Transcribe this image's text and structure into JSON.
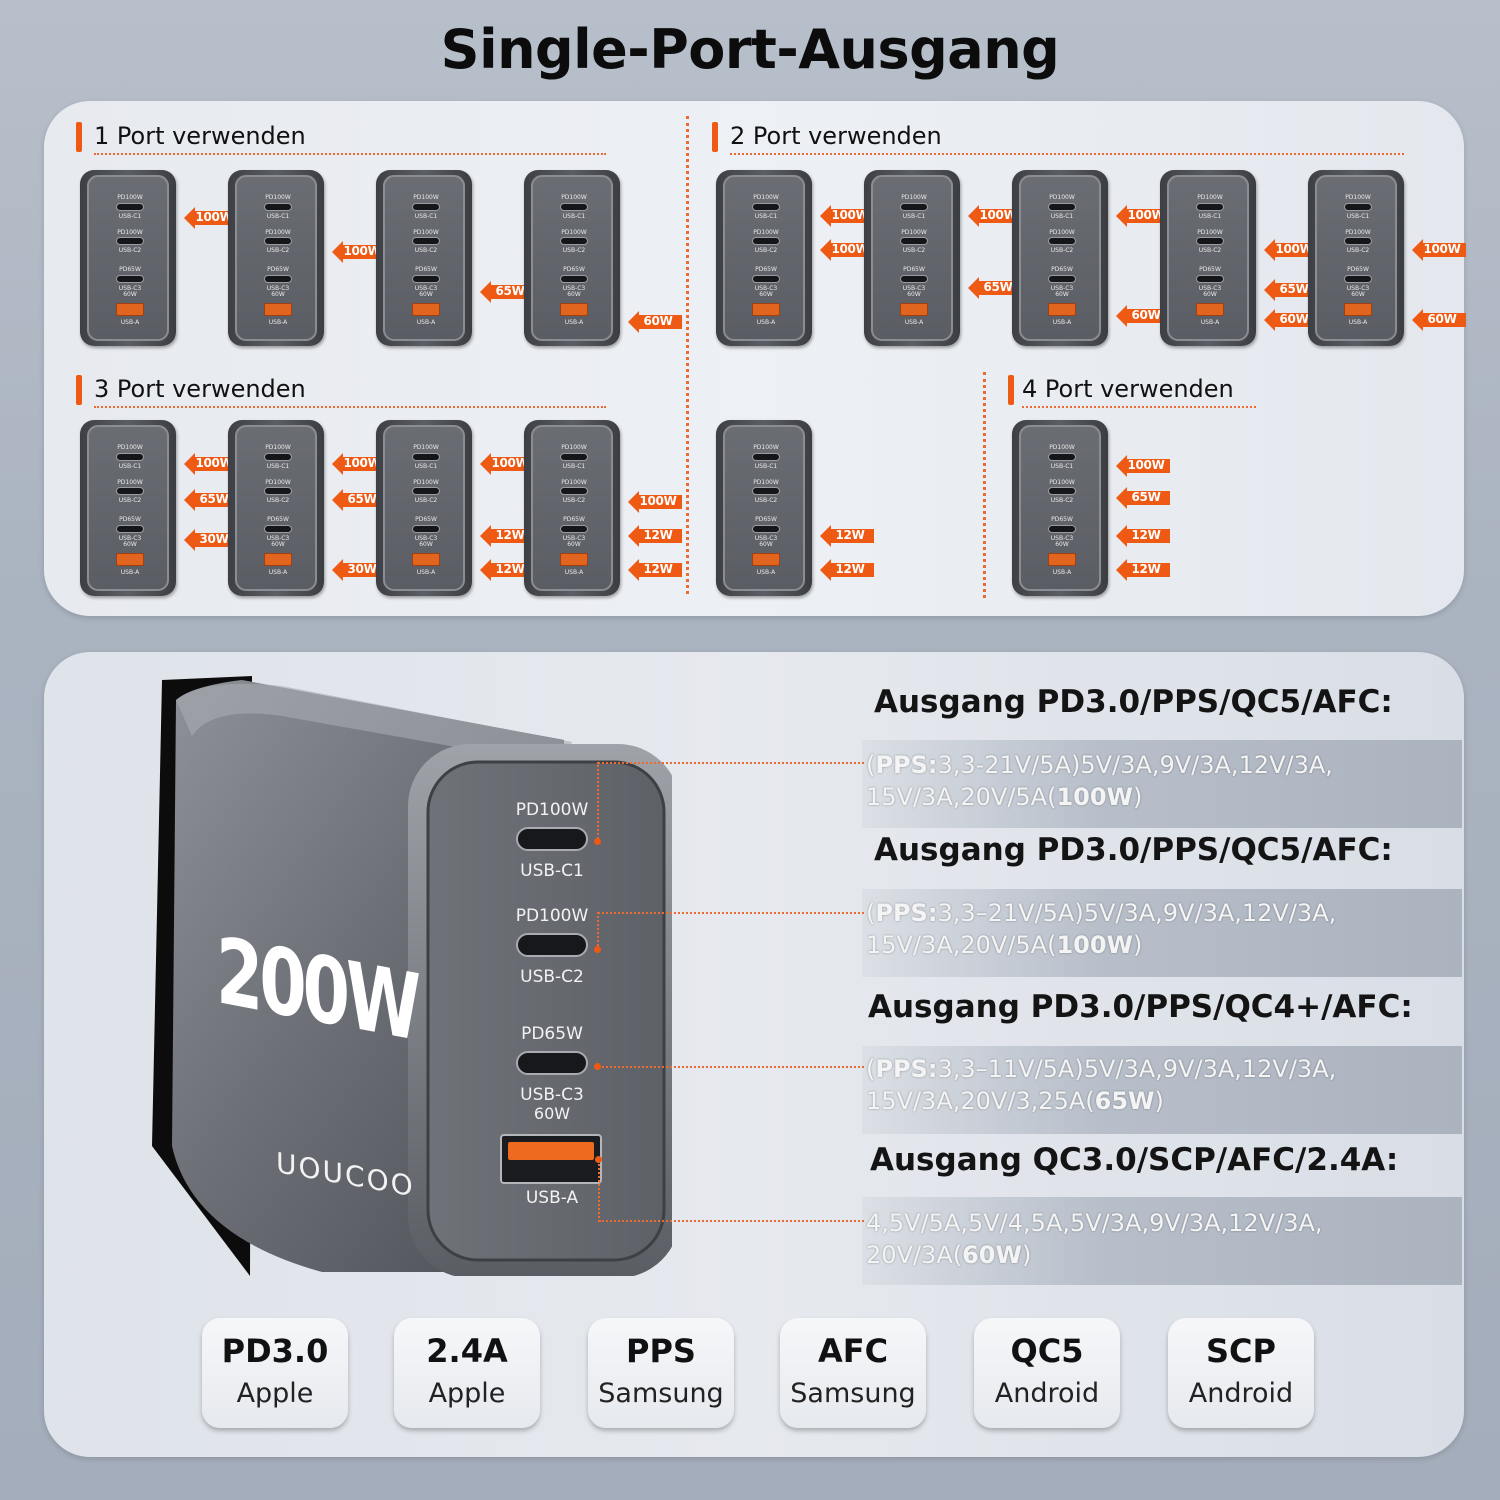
{
  "title": "Single-Port-Ausgang",
  "colors": {
    "accent": "#ee5a14",
    "charger_body": "#55585e",
    "usb_a_port": "#e2651f"
  },
  "mini_port_labels": {
    "c1_top": "PD100W",
    "c1_bottom": "USB-C1",
    "c2_top": "PD100W",
    "c2_bottom": "USB-C2",
    "c3_top": "PD65W",
    "c3_bottom": "USB-C3",
    "c3_sub": "60W",
    "a_bottom": "USB-A"
  },
  "sections": {
    "one_port": {
      "label": "1 Port verwenden"
    },
    "two_port": {
      "label": "2 Port verwenden"
    },
    "three_port": {
      "label": "3 Port verwenden"
    },
    "four_port": {
      "label": "4 Port verwenden"
    }
  },
  "configs": [
    {
      "section": "one_port",
      "outputs": [
        {
          "port": "USB-C1",
          "watt": "100W"
        }
      ]
    },
    {
      "section": "one_port",
      "outputs": [
        {
          "port": "USB-C2",
          "watt": "100W"
        }
      ]
    },
    {
      "section": "one_port",
      "outputs": [
        {
          "port": "USB-C3",
          "watt": "65W"
        }
      ]
    },
    {
      "section": "one_port",
      "outputs": [
        {
          "port": "USB-A",
          "watt": "60W"
        }
      ]
    },
    {
      "section": "two_port",
      "outputs": [
        {
          "port": "USB-C1",
          "watt": "100W"
        },
        {
          "port": "USB-C2",
          "watt": "100W"
        }
      ]
    },
    {
      "section": "two_port",
      "outputs": [
        {
          "port": "USB-C1",
          "watt": "100W"
        },
        {
          "port": "USB-C3",
          "watt": "65W"
        }
      ]
    },
    {
      "section": "two_port",
      "outputs": [
        {
          "port": "USB-C1",
          "watt": "100W"
        },
        {
          "port": "USB-A",
          "watt": "60W"
        }
      ]
    },
    {
      "section": "two_port",
      "outputs": [
        {
          "port": "USB-C2",
          "watt": "100W"
        },
        {
          "port": "USB-C3",
          "watt": "65W"
        },
        {
          "port": "USB-A",
          "watt": "60W"
        }
      ]
    },
    {
      "section": "two_port",
      "outputs": [
        {
          "port": "USB-C2",
          "watt": "100W"
        },
        {
          "port": "USB-A",
          "watt": "60W"
        }
      ]
    },
    {
      "section": "three_port",
      "outputs": [
        {
          "port": "USB-C1",
          "watt": "100W"
        },
        {
          "port": "USB-C2",
          "watt": "65W"
        },
        {
          "port": "USB-C3",
          "watt": "30W"
        }
      ]
    },
    {
      "section": "three_port",
      "outputs": [
        {
          "port": "USB-C1",
          "watt": "100W"
        },
        {
          "port": "USB-C2",
          "watt": "65W"
        },
        {
          "port": "USB-A",
          "watt": "30W"
        }
      ]
    },
    {
      "section": "three_port",
      "outputs": [
        {
          "port": "USB-C1",
          "watt": "100W"
        },
        {
          "port": "USB-C3",
          "watt": "12W"
        },
        {
          "port": "USB-A",
          "watt": "12W"
        }
      ]
    },
    {
      "section": "three_port",
      "outputs": [
        {
          "port": "USB-C2",
          "watt": "100W"
        },
        {
          "port": "USB-C3",
          "watt": "12W"
        },
        {
          "port": "USB-A",
          "watt": "12W"
        }
      ]
    },
    {
      "section": "three_port",
      "outputs": [
        {
          "port": "USB-C3",
          "watt": "12W"
        },
        {
          "port": "USB-A",
          "watt": "12W"
        }
      ]
    },
    {
      "section": "four_port",
      "outputs": [
        {
          "port": "USB-C1",
          "watt": "100W"
        },
        {
          "port": "USB-C2",
          "watt": "65W"
        },
        {
          "port": "USB-C3",
          "watt": "12W"
        },
        {
          "port": "USB-A",
          "watt": "12W"
        }
      ]
    }
  ],
  "charger": {
    "power_label": "200W",
    "brand": "UOUCOO",
    "ports": [
      {
        "top": "PD100W",
        "bottom": "USB-C1"
      },
      {
        "top": "PD100W",
        "bottom": "USB-C2"
      },
      {
        "top": "PD65W",
        "bottom": "USB-C3",
        "sub": "60W"
      },
      {
        "top": "",
        "bottom": "USB-A"
      }
    ]
  },
  "specs": [
    {
      "heading": "Ausgang PD3.0/PPS/QC5/AFC:",
      "line1_prefix": "(",
      "line1_bold": "PPS:",
      "line1_rest": "3,3-21V/5A)5V/3A,9V/3A,12V/3A,",
      "line2_rest": "15V/3A,20V/5A(",
      "line2_bold": "100W",
      "line2_suffix": ")"
    },
    {
      "heading": "Ausgang PD3.0/PPS/QC5/AFC:",
      "line1_prefix": "(",
      "line1_bold": "PPS:",
      "line1_rest": "3,3–21V/5A)5V/3A,9V/3A,12V/3A,",
      "line2_rest": "15V/3A,20V/5A(",
      "line2_bold": "100W",
      "line2_suffix": ")"
    },
    {
      "heading": "Ausgang PD3.0/PPS/QC4+/AFC:",
      "line1_prefix": "(",
      "line1_bold": "PPS:",
      "line1_rest": "3,3–11V/5A)5V/3A,9V/3A,12V/3A,",
      "line2_rest": "15V/3A,20V/3,25A(",
      "line2_bold": "65W",
      "line2_suffix": ")"
    },
    {
      "heading": "Ausgang QC3.0/SCP/AFC/2.4A:",
      "line1_prefix": "",
      "line1_bold": "",
      "line1_rest": "4,5V/5A,5V/4,5A,5V/3A,9V/3A,12V/3A,",
      "line2_rest": "20V/3A(",
      "line2_bold": "60W",
      "line2_suffix": ")"
    }
  ],
  "protocols": [
    {
      "name": "PD3.0",
      "brand": "Apple"
    },
    {
      "name": "2.4A",
      "brand": "Apple"
    },
    {
      "name": "PPS",
      "brand": "Samsung"
    },
    {
      "name": "AFC",
      "brand": "Samsung"
    },
    {
      "name": "QC5",
      "brand": "Android"
    },
    {
      "name": "SCP",
      "brand": "Android"
    }
  ]
}
